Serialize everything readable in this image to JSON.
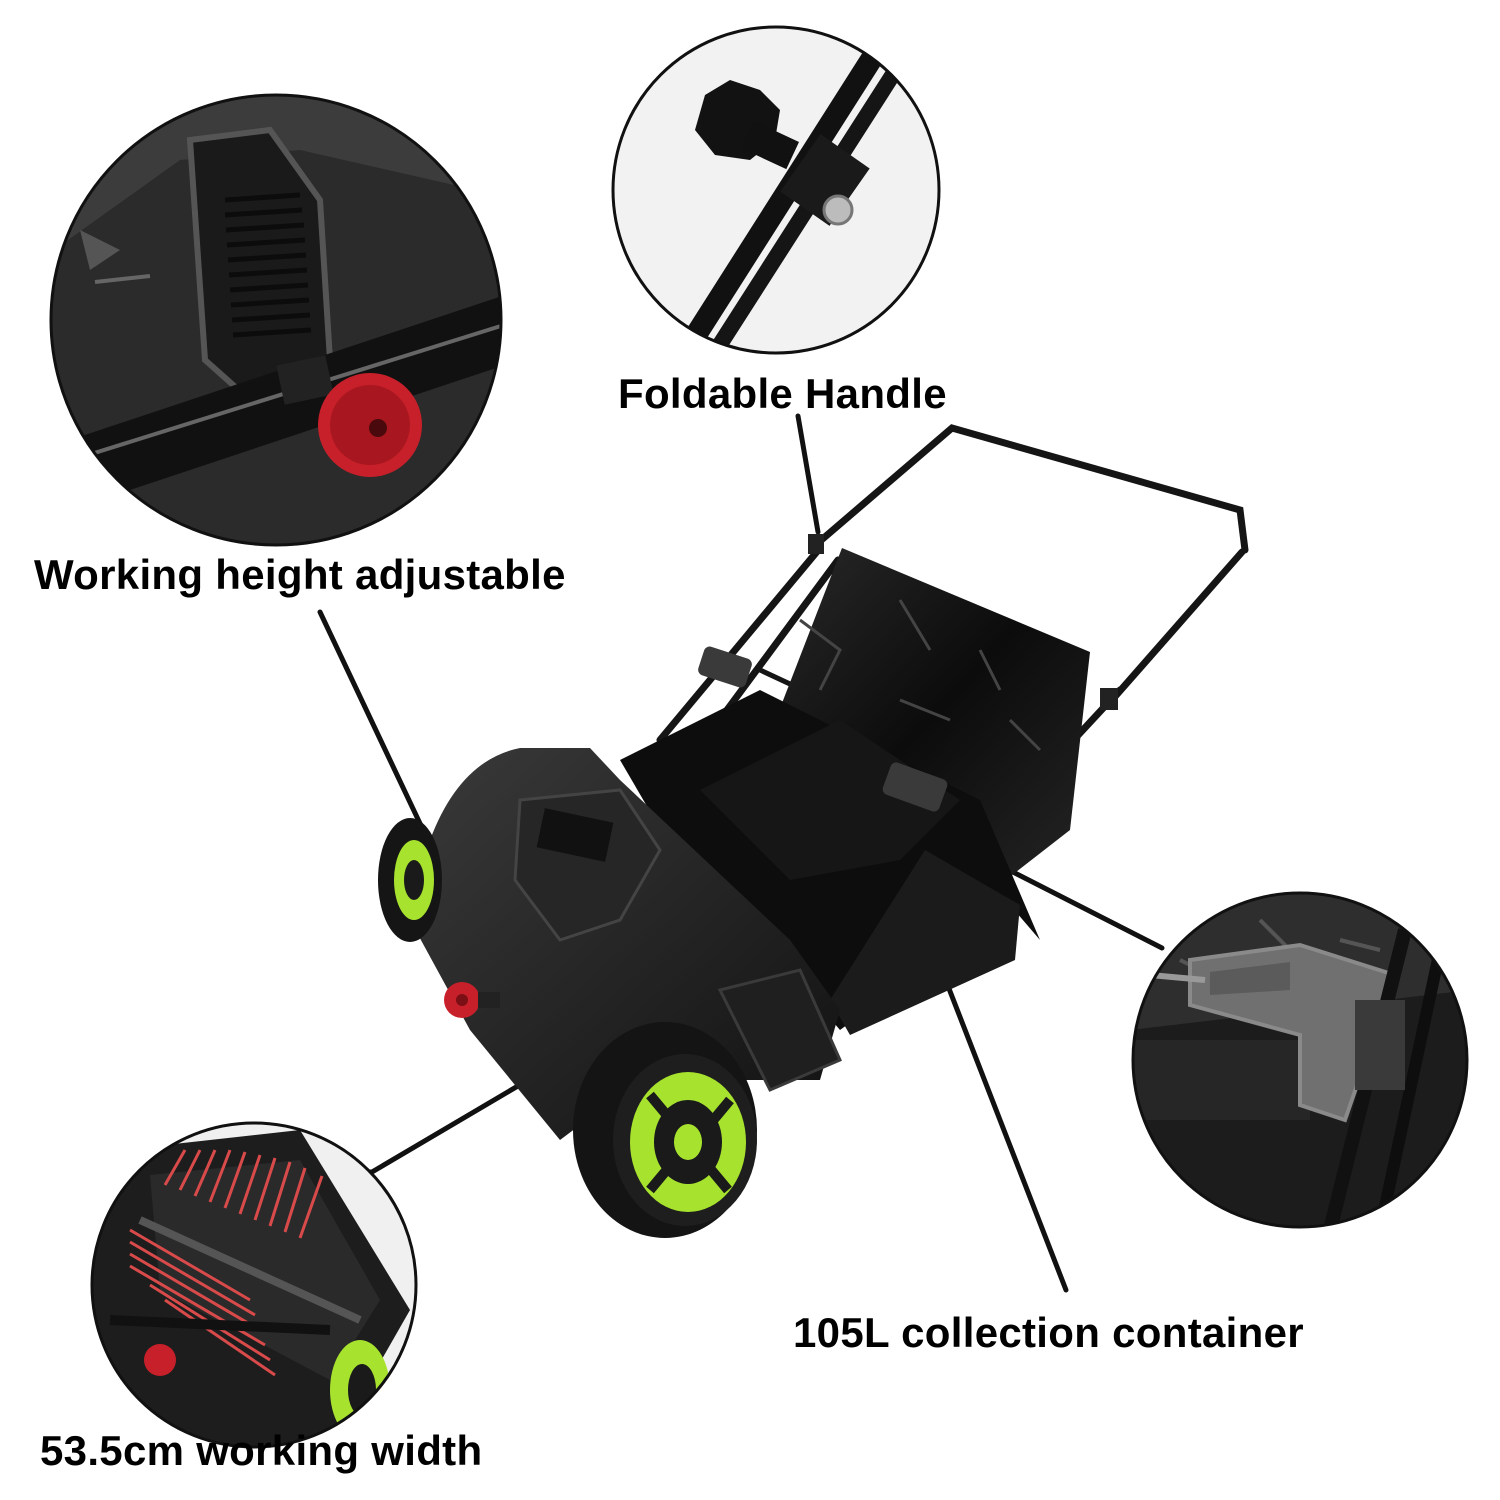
{
  "labels": {
    "foldable_handle": "Foldable Handle",
    "working_height": "Working height adjustable",
    "collection_container": "105L collection container",
    "working_width": "53.5cm working width"
  },
  "colors": {
    "accent_green": "#a6e22e",
    "knob_red": "#c8202a",
    "body_black": "#1a1a1a",
    "bristle_red": "#d94a4a"
  }
}
